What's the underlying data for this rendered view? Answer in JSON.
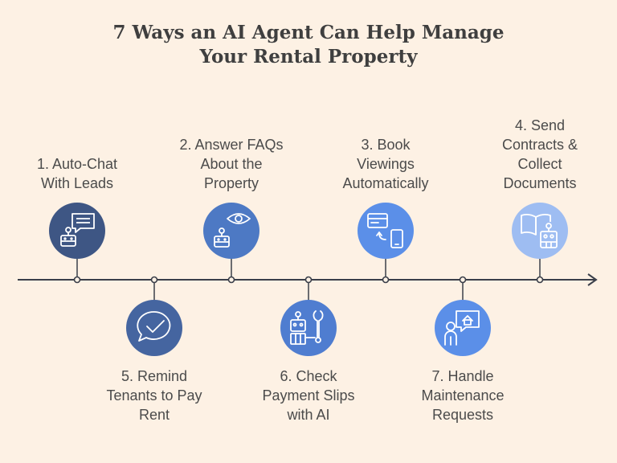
{
  "title": {
    "line1": "7 Ways an AI Agent Can Help Manage",
    "line2": "Your Rental Property"
  },
  "steps": [
    {
      "line1": "1. Auto-Chat",
      "line2": "With Leads",
      "line3": "",
      "icon": "chat-robot-icon",
      "color": "#3e5684"
    },
    {
      "line1": "2. Answer FAQs",
      "line2": "About the",
      "line3": "Property",
      "icon": "eye-robot-icon",
      "color": "#4d79c4"
    },
    {
      "line1": "3. Book",
      "line2": "Viewings",
      "line3": "Automatically",
      "icon": "calendar-phone-icon",
      "color": "#5b8fe8"
    },
    {
      "line1": "4. Send",
      "line2": "Contracts &",
      "line3": "Collect",
      "line4": "Documents",
      "icon": "book-robot-icon",
      "color": "#9ebdf2"
    },
    {
      "line1": "5. Remind",
      "line2": "Tenants to Pay",
      "line3": "Rent",
      "icon": "check-bubble-icon",
      "color": "#4565a0"
    },
    {
      "line1": "6. Check",
      "line2": "Payment Slips",
      "line3": "with AI",
      "icon": "robot-wrench-icon",
      "color": "#4f7dd0"
    },
    {
      "line1": "7. Handle",
      "line2": "Maintenance",
      "line3": "Requests",
      "icon": "person-house-icon",
      "color": "#5b8fe8"
    }
  ]
}
